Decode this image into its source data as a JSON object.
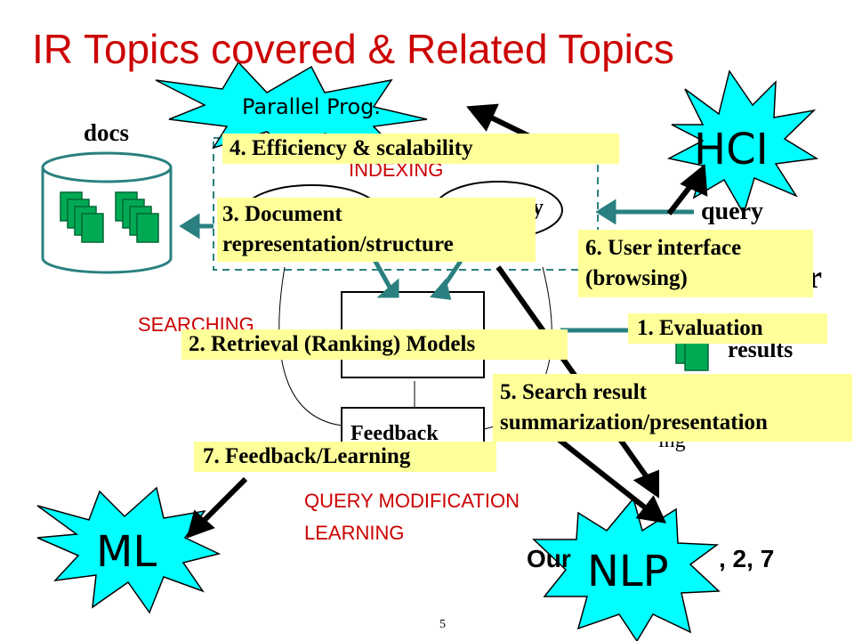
{
  "title": "IR Topics covered & Related Topics",
  "labels": {
    "docs": "docs",
    "query": "query",
    "indexing": "INDEXING",
    "searching": "SEARCHING",
    "query_mod_1": "QUERY MODIFICATION",
    "query_mod_2": "LEARNING",
    "feedback": "Feedback",
    "results": "results",
    "partial_query_box": "y",
    "partial_r": "r",
    "partial_our": "Our",
    "partial_numbers": ", 2, 7",
    "partial_ing": "ing"
  },
  "stars": {
    "parallel": "Parallel Prog.",
    "hci": "HCI",
    "ml": "ML",
    "nlp": "NLP"
  },
  "topics": [
    {
      "label": "4. Efficiency & scalability"
    },
    {
      "label_line1": "3. Document",
      "label_line2": "representation/structure"
    },
    {
      "label_line1": "6. User interface",
      "label_line2": "(browsing)"
    },
    {
      "label": "2. Retrieval (Ranking) Models"
    },
    {
      "label": "1. Evaluation"
    },
    {
      "label_line1": "5. Search result",
      "label_line2": "summarization/presentation"
    },
    {
      "label": "7. Feedback/Learning"
    }
  ],
  "page_number": "5",
  "colors": {
    "title": "#cc0000",
    "teal": "#2a8080",
    "star_fill": "#00ffff",
    "box_fill": "#ffff99",
    "doc_green": "#00aa55"
  }
}
